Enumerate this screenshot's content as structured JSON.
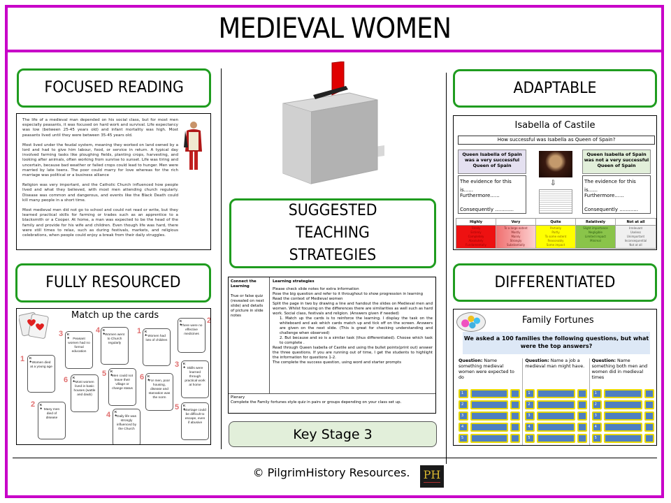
{
  "title": "MEDIEVAL WOMEN",
  "colors": {
    "frame": "#c800c8",
    "label_border": "#1f9c1f",
    "key_stage_bg": "#e2efda",
    "ballot_red": "#e00000"
  },
  "labels": {
    "focused_reading": "FOCUSED READING",
    "fully_resourced": "FULLY RESOURCED",
    "adaptable": "ADAPTABLE",
    "differentiated": "DIFFERENTIATED",
    "strategies": [
      "SUGGESTED",
      "TEACHING",
      "STRATEGIES"
    ],
    "key_stage": "Key Stage 3"
  },
  "icons": {
    "ballot_box": "ballot-box-icon",
    "hearts_cards": "playing-cards-icon",
    "quiz": "quiz-bubble-icon"
  },
  "reading": {
    "paragraphs": [
      "The life of a medieval man depended on his social class, but for most men especially peasants, it was focused on hard work and survival. Life expectancy was low (between 25-45 years old) and infant mortality was high. Most peasants lived until they were between 35-45 years old.",
      "Most lived under the feudal system, meaning they worked on land owned by a lord and had to give him labour, food, or service in return. A typical day involved farming tasks like ploughing fields, planting crops, harvesting, and looking after animals, often working from sunrise to sunset. Life was tiring and uncertain, because bad weather or failed crops could lead to hunger. Men were married by late teens. The poor could marry for love whereas for the rich marriage was political or a business alliance",
      "Religion was very important, and the Catholic Church influenced how people lived and what they believed, with most men attending church regularly. Disease was common and dangerous, and events like the Black Death could kill many people in a short time.",
      "Most medieval men did not go to school and could not read or write, but they learned practical skills for farming or trades such as an apprentice to a blacksmith or a Cooper. At home, a man was expected to be the head of the family and provide for his wife and children. Even though life was hard, there were still times to relax, such as during festivals, markets, and religious celebrations, when people could enjoy a break from their daily struggles."
    ]
  },
  "adaptable": {
    "title": "Isabella of Castile",
    "question": "How successful was Isabella as Queen of Spain?",
    "left_claim": "Queen Isabella of Spain was a very successful Queen of Spain",
    "right_claim": "Queen Isabella of Spain was not a very successful Queen of Spain",
    "prompts": [
      "The evidence for this is......",
      "Furthermore......",
      "Consequently ............"
    ],
    "scale": [
      {
        "head": "Highly",
        "color": "#ee1111",
        "words": [
          "Totally",
          "Entirely",
          "Completely",
          "Absolutely",
          "Fundamentally"
        ]
      },
      {
        "head": "Very",
        "color": "#f7a8a8",
        "words": [
          "To a large extent",
          "Mostly",
          "Mainly",
          "Strongly",
          "Substantially"
        ]
      },
      {
        "head": "Quite",
        "color": "#ffff00",
        "words": [
          "Partially",
          "Partly",
          "To some extent",
          "Reasonably",
          "Some impact"
        ]
      },
      {
        "head": "Relatively",
        "color": "#8ac44a",
        "words": [
          "Slight importance",
          "Negligible",
          "Limited impact",
          "Minimal"
        ]
      },
      {
        "head": "Not at all",
        "color": "#f0f0f0",
        "words": [
          "Irrelevant",
          "Useless",
          "Unimportant",
          "Inconsequential",
          "Not at all"
        ]
      }
    ]
  },
  "cards": {
    "title": "Match up the cards",
    "items": [
      {
        "num": "3",
        "text": "Peasant women had no formal education"
      },
      {
        "num": "4",
        "text": "Women went to Church regularly"
      },
      {
        "num": "1",
        "text": "Women had lots of children"
      },
      {
        "num": "2",
        "text": "There were no effective medicines"
      },
      {
        "num": "1",
        "text": "Women died at a young age"
      },
      {
        "num": "6",
        "text": "Most women lived in basic houses (wattle and daub)"
      },
      {
        "num": "5",
        "text": "Men could not leave their village or change status"
      },
      {
        "num": "6",
        "text": "For men, poor housing, disease and starvation was the norm"
      },
      {
        "num": "3",
        "text": "Skills were learned through practical work at home"
      },
      {
        "num": "2",
        "text": "Many men died of disease"
      },
      {
        "num": "4",
        "text": "Daily life was strongly influenced by the Church"
      },
      {
        "num": "5",
        "text": "Marriage could be difficult to escape, even if abusive"
      }
    ]
  },
  "strategies": {
    "left_heading": "Connect the Learning",
    "left_text": "True or false quiz (revealed on next slide) and details of picture in slide notes",
    "right_heading": "Learning strategies",
    "lines": [
      "Please check slide notes for extra information",
      "Pose the big question and refer to it throughout to show progression in learning",
      "Read the context of Medieval women",
      "Split the page in two by drawing a line and handout the slides on Medieval men and women. Whilst focusing on the differences there are similarities as well such as hard work. Social class, festivals and religion. (Answers given if needed)"
    ],
    "numbered": [
      "1.  Match up the cards is to reinforce the learning. I display the task on the whiteboard and ask which cards match up and tick off on the screen. Answers are given on the next slide. (This is great for checking understanding and challenge when observed)",
      "2.  But because and so is a similar task (thus differentiated). Choose which task to complete ."
    ],
    "after": [
      "Read through Queen Isabella of Castile and using the bullet points(print out) answer the three questions. If you are running out of time, I get the students to highlight the information for questions 1-2.",
      "The complete the success question, using word and starter prompts"
    ],
    "plenary_heading": "Plenary",
    "plenary_text": "Complete the Family fortunes style quiz in pairs or groups depending on your class set up."
  },
  "family_fortunes": {
    "title": "Family Fortunes",
    "banner": "We asked a 100 families the following questions, but what were the top answers?",
    "questions": [
      {
        "label": "Question:",
        "text": "Name something medieval women were expected to do"
      },
      {
        "label": "Question:",
        "text": "Name a job a medieval man might have."
      },
      {
        "label": "Question:",
        "text": "Name something both men and women did in medieval times"
      }
    ],
    "rows": [
      "1",
      "2",
      "3",
      "4",
      "5"
    ]
  },
  "footer": {
    "copyright": "© PilgrimHistory Resources.",
    "logo": "PH"
  }
}
